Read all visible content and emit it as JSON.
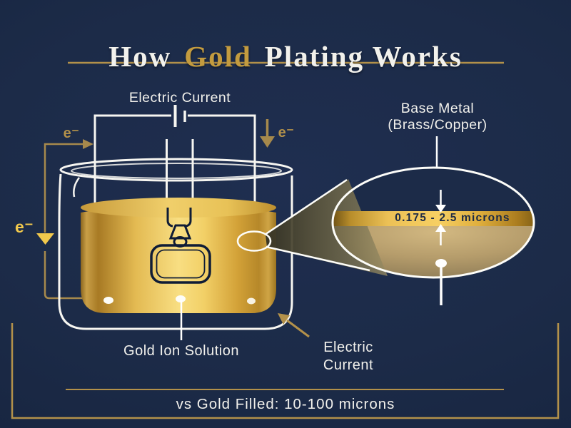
{
  "title": {
    "part1": "How",
    "highlight": "Gold",
    "part2": "Plating Works"
  },
  "diagram": {
    "electric_current_top": "Electric Current",
    "electron_symbol": "e⁻",
    "base_metal": {
      "line1": "Base Metal",
      "line2": "(Brass/Copper)"
    },
    "plating_thickness": "0.175 - 2.5 microns",
    "gold_ion_solution": "Gold Ion Solution",
    "electric_current_bottom": {
      "line1": "Electric",
      "line2": "Current"
    }
  },
  "footer": {
    "comparison": "vs Gold Filled: 10-100 microns"
  },
  "colors": {
    "background": "#1c2b48",
    "gold_accent": "#c39b3f",
    "bright_gold": "#f2c94c",
    "tan_arrow": "#a6894c",
    "frame_gold": "#b3914a",
    "wire_white": "#f7f6f1",
    "band_text_navy": "#1c2a45",
    "solution_gold": "#f8de82"
  }
}
